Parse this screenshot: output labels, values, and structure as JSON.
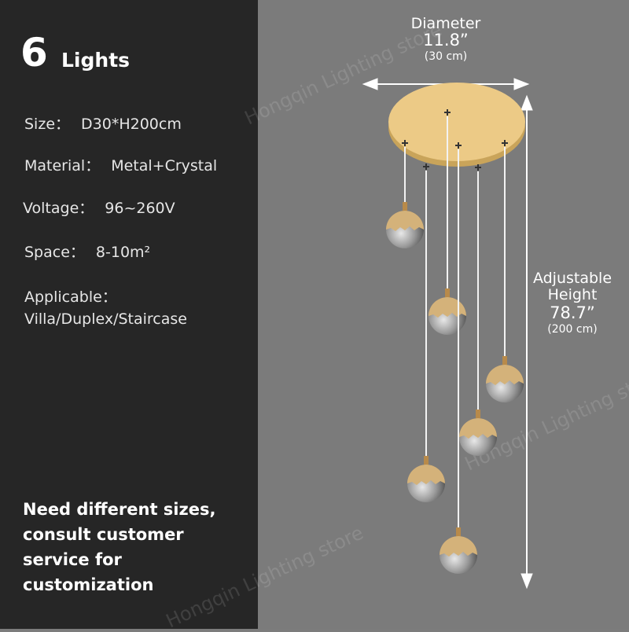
{
  "title": {
    "count": "6",
    "word": "Lights"
  },
  "specs": [
    {
      "label": "Size：",
      "value": "D30*H200cm"
    },
    {
      "label": "Material：",
      "value": "Metal+Crystal"
    },
    {
      "label": "Voltage：",
      "value": "96~260V"
    },
    {
      "label": "Space：",
      "value": "8-10m²"
    },
    {
      "label": "Applicable：",
      "value": "Villa/Duplex/Staircase"
    }
  ],
  "note": "Need different sizes, consult customer service for customization",
  "diameter": {
    "label": "Diameter",
    "inches": "11.8”",
    "cm": "(30 cm)"
  },
  "height": {
    "label1": "Adjustable",
    "label2": "Height",
    "inches": "78.7”",
    "cm": "(200 cm)"
  },
  "watermark": "Hongqin Lighting store",
  "colors": {
    "left_bg": "#262626",
    "right_bg": "#7b7b7b",
    "gold": "#e8c57e"
  }
}
